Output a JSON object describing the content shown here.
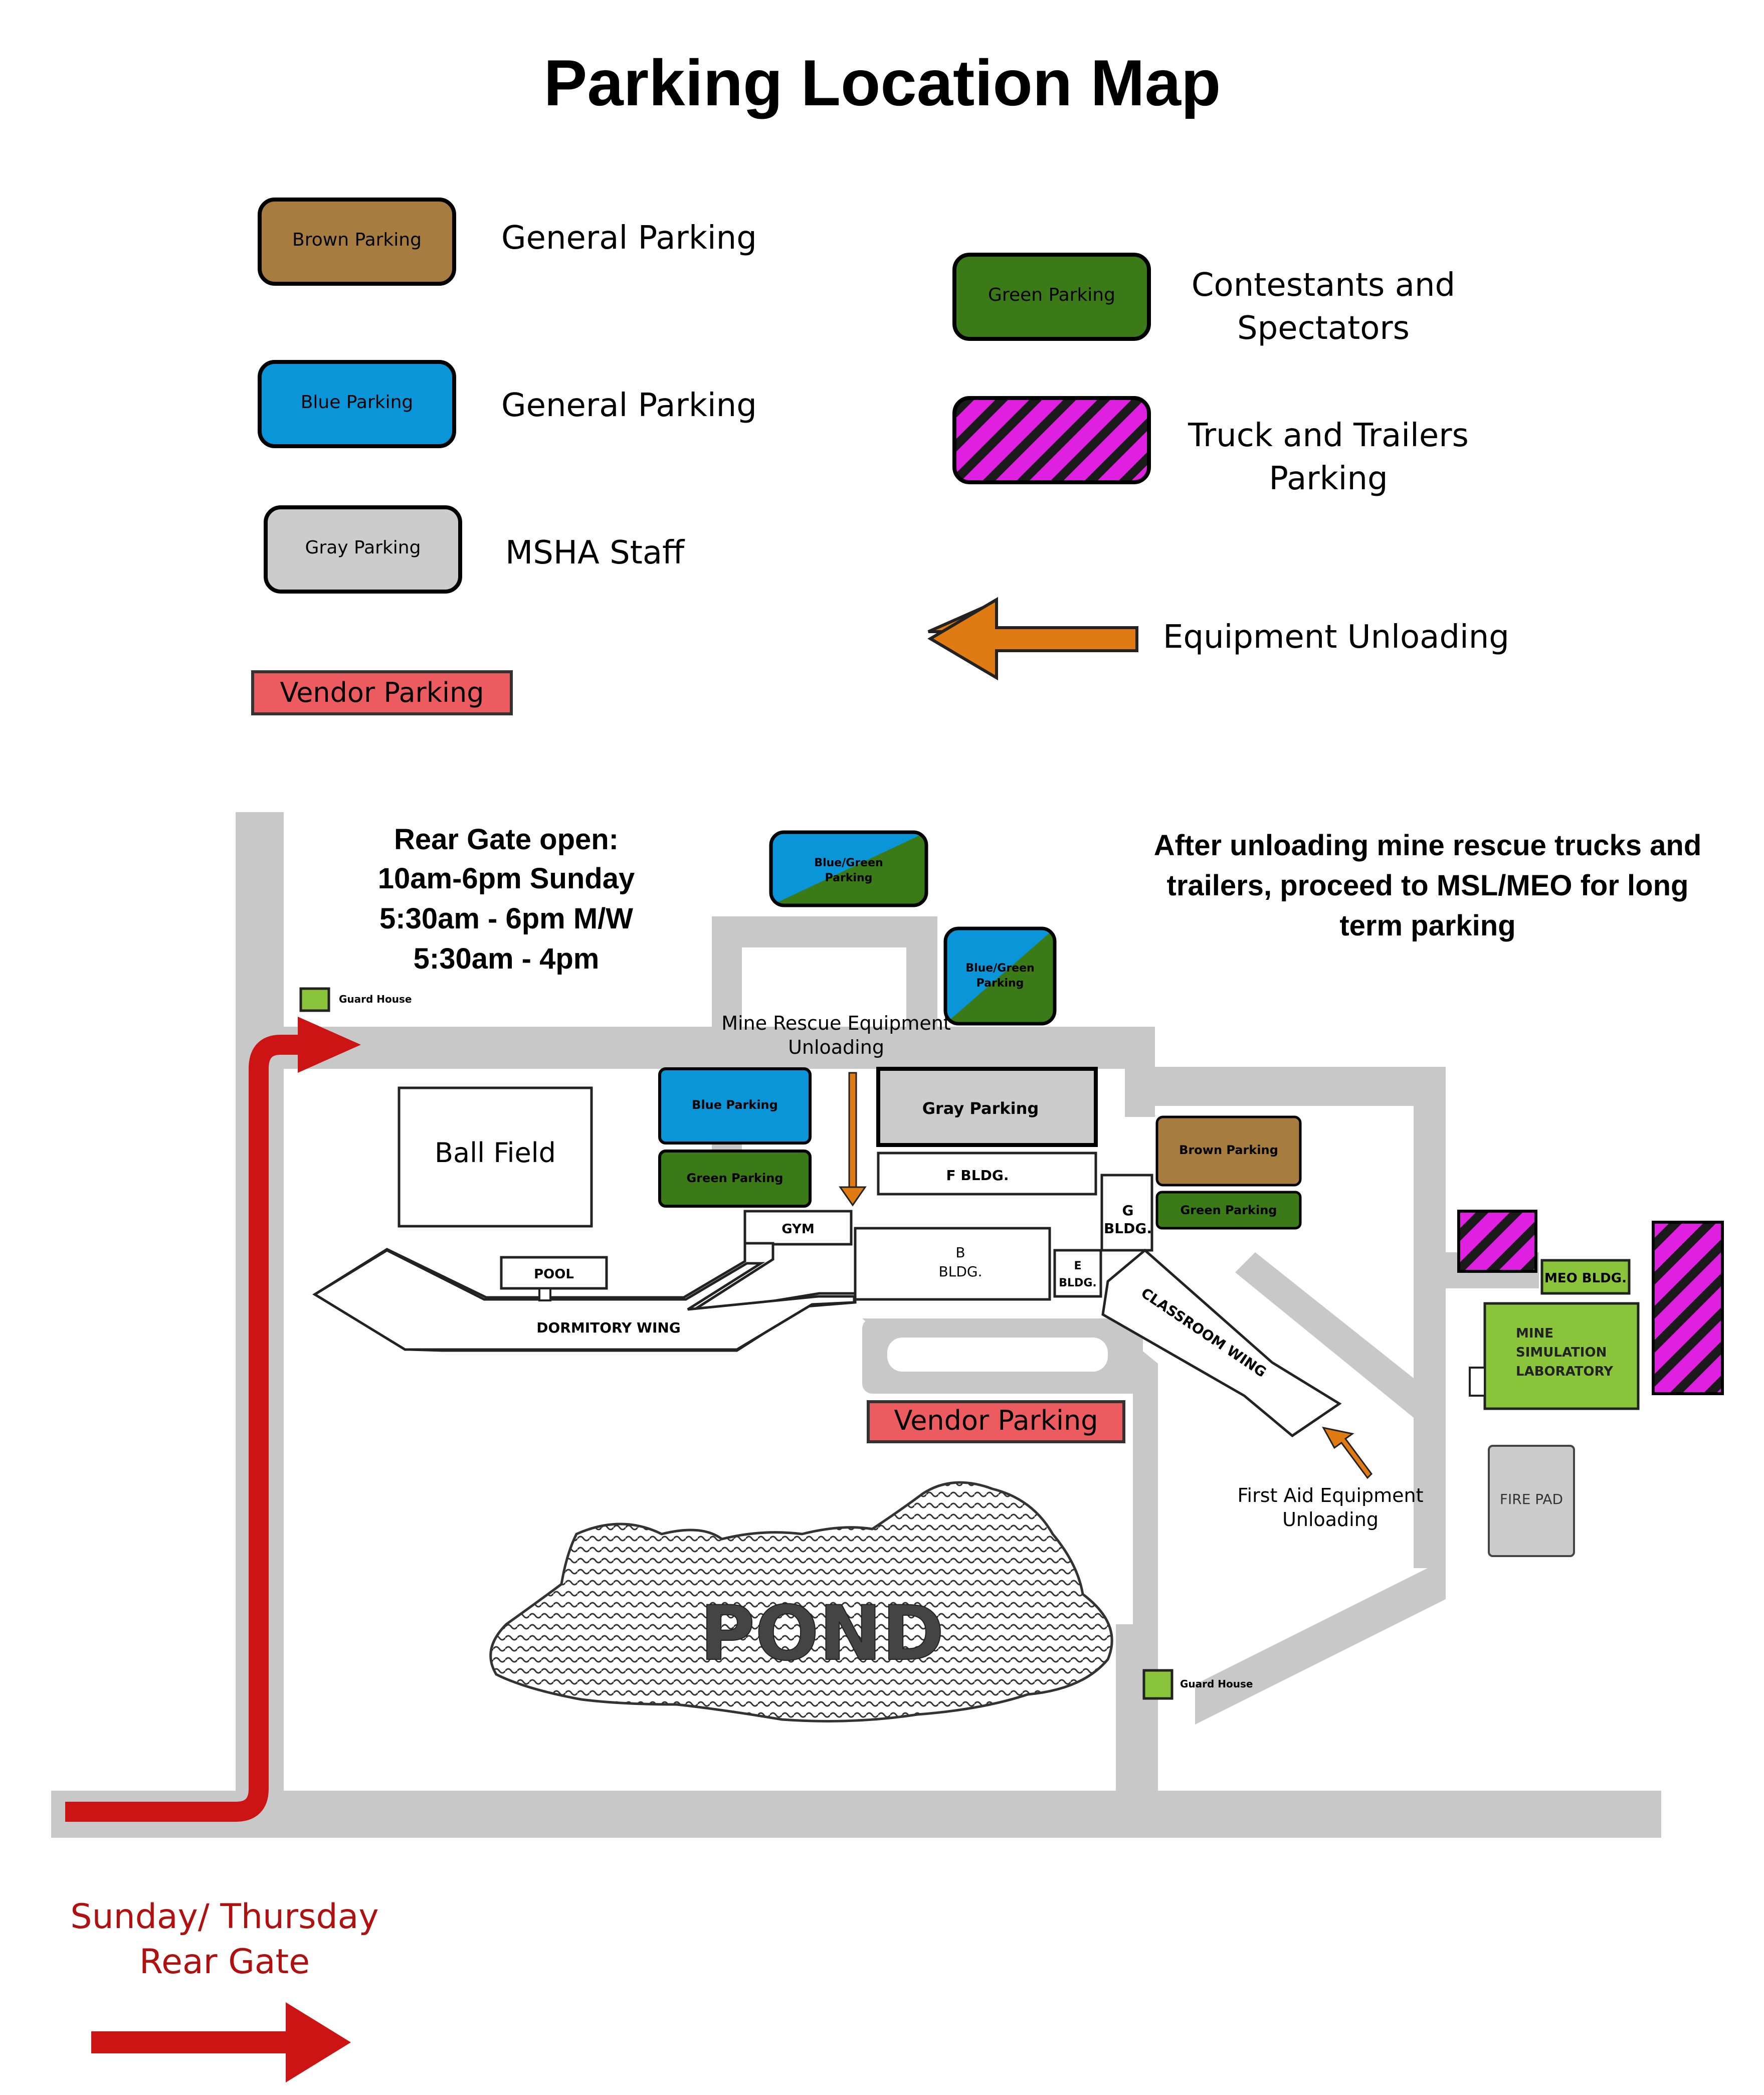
{
  "title": "Parking Location Map",
  "legend": {
    "brown": {
      "swatch": "Brown Parking",
      "label": "General Parking",
      "color": "#a67c3f"
    },
    "blue": {
      "swatch": "Blue Parking",
      "label": "General Parking",
      "color": "#0a95d8"
    },
    "gray": {
      "swatch": "Gray Parking",
      "label": "MSHA Staff",
      "color": "#cccccc"
    },
    "vendor": {
      "swatch": "Vendor Parking",
      "color": "#ec5b5f"
    },
    "green": {
      "swatch": "Green Parking",
      "label_line1": "Contestants and",
      "label_line2": "Spectators",
      "color": "#3a7a17"
    },
    "truck": {
      "label_line1": "Truck and Trailers",
      "label_line2": "Parking",
      "color": "#e020e0"
    },
    "unloading": {
      "label": "Equipment Unloading",
      "color": "#e07a12"
    }
  },
  "rear_gate_hours": {
    "heading": "Rear Gate open:",
    "line1": "10am-6pm Sunday",
    "line2": "5:30am - 6pm M/W",
    "line3": "5:30am - 4pm"
  },
  "after_note": {
    "line1": "After unloading mine rescue trucks and",
    "line2": "trailers, proceed to MSL/MEO for long",
    "line3": "term parking"
  },
  "map": {
    "guard_house": "Guard House",
    "guard_house_2": "Guard House",
    "blue_green_1a": "Blue/Green",
    "blue_green_1b": "Parking",
    "blue_green_2a": "Blue/Green",
    "blue_green_2b": "Parking",
    "mine_rescue_1": "Mine Rescue Equipment",
    "mine_rescue_2": "Unloading",
    "ball_field": "Ball Field",
    "blue_parking": "Blue Parking",
    "green_parking": "Green Parking",
    "gray_parking": "Gray Parking",
    "f_bldg": "F BLDG.",
    "g_bldg_1": "G",
    "g_bldg_2": "BLDG.",
    "brown_parking": "Brown Parking",
    "green_parking_2": "Green Parking",
    "gym": "GYM",
    "b_bldg_1": "B",
    "b_bldg_2": "BLDG.",
    "e_bldg_1": "E",
    "e_bldg_2": "BLDG.",
    "pool": "POOL",
    "dormitory": "DORMITORY WING",
    "classroom": "CLASSROOM WING",
    "vendor_parking": "Vendor Parking",
    "first_aid_1": "First Aid Equipment",
    "first_aid_2": "Unloading",
    "meo": "MEO BLDG.",
    "msl_1": "MINE",
    "msl_2": "SIMULATION",
    "msl_3": "LABORATORY",
    "fire_pad": "FIRE PAD",
    "pond": "POND"
  },
  "rear_gate_label": {
    "line1": "Sunday/ Thursday",
    "line2": "Rear Gate"
  }
}
